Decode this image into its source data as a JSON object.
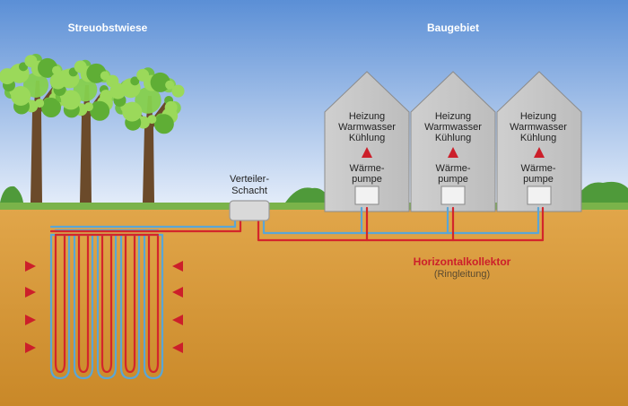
{
  "labels": {
    "orchard": "Streuobstwiese",
    "development_area": "Baugebiet",
    "distribution_shaft": "Verteiler-\nSchacht",
    "collector_title": "Horizontalkollektor",
    "collector_subtitle": "(Ringleitung)"
  },
  "houses": [
    {
      "use_line1": "Heizung",
      "use_line2": "Warmwasser",
      "use_line3": "Kühlung",
      "device_line1": "Wärme-",
      "device_line2": "pumpe"
    },
    {
      "use_line1": "Heizung",
      "use_line2": "Warmwasser",
      "use_line3": "Kühlung",
      "device_line1": "Wärme-",
      "device_line2": "pumpe"
    },
    {
      "use_line1": "Heizung",
      "use_line2": "Warmwasser",
      "use_line3": "Kühlung",
      "device_line1": "Wärme-",
      "device_line2": "pumpe"
    }
  ],
  "colors": {
    "sky_top": "#5b8fd6",
    "sky_bottom": "#e8f0fb",
    "soil": "#d99a3a",
    "grass": "#7ab34a",
    "house": "#c8c8c8",
    "pipe_warm": "#d3262b",
    "pipe_cold": "#5aa6d6",
    "arrow": "#cc1f2a"
  }
}
